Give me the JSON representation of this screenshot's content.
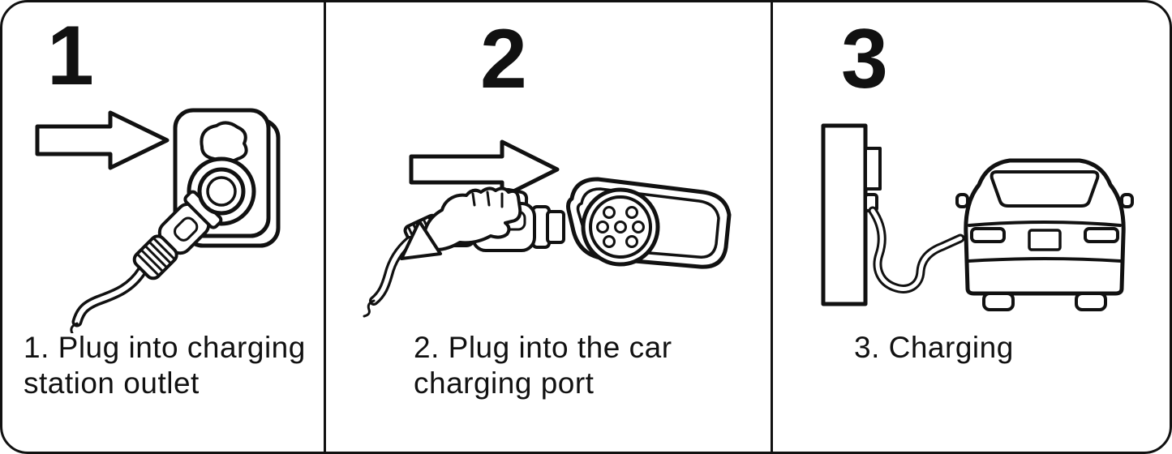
{
  "card": {
    "type": "ev-charging-instructions"
  },
  "panels": [
    {
      "number": "1",
      "caption": "1. Plug into charging\nstation outlet",
      "illustration": "plug-into-charging-station-outlet"
    },
    {
      "number": "2",
      "caption": "2. Plug into the car\ncharging port",
      "illustration": "plug-into-car-charging-port"
    },
    {
      "number": "3",
      "caption": "3. Charging",
      "illustration": "car-charging-from-station"
    }
  ],
  "colors": {
    "line": "#111111",
    "background": "#ffffff"
  }
}
